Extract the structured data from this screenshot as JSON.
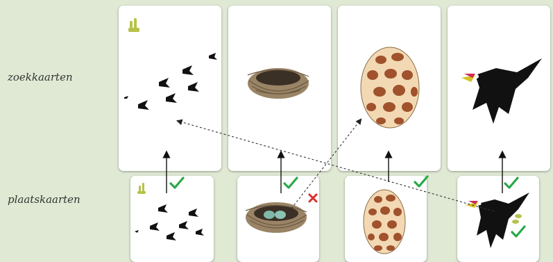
{
  "rows": {
    "search_label": "zoekkaarten",
    "place_label": "plaatskaarten"
  },
  "search_cards": [
    {
      "subject": "footprints"
    },
    {
      "subject": "nest"
    },
    {
      "subject": "spotted-egg"
    },
    {
      "subject": "hornbill"
    }
  ],
  "place_cards": [
    {
      "subject": "footprints",
      "match": "check"
    },
    {
      "subject": "nest-with-eggs",
      "match": "cross"
    },
    {
      "subject": "spotted-egg",
      "match": "check"
    },
    {
      "subject": "hornbill",
      "match": "check"
    }
  ],
  "colors": {
    "background": "#dfe9d4",
    "check": "#2aa84a",
    "cross": "#d9302c",
    "egg_base": "#f2d9b3",
    "egg_spots": "#a0522d"
  }
}
